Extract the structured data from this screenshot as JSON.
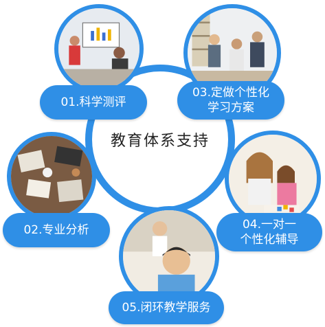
{
  "center": {
    "title": "教育体系支持"
  },
  "items": [
    {
      "label": "01.科学测评",
      "photo": "business-meeting-photo"
    },
    {
      "label": "02.专业分析",
      "photo": "desk-analysis-photo"
    },
    {
      "label": "03.定做个性化\n学习方案",
      "photo": "team-discussion-photo"
    },
    {
      "label": "04.一对一\n个性化辅导",
      "photo": "tutoring-photo"
    },
    {
      "label": "05.闭环教学服务",
      "photo": "student-teacher-photo"
    }
  ],
  "colors": {
    "accent": "#2f8fe6",
    "text_on_accent": "#ffffff",
    "center_text": "#222222"
  }
}
